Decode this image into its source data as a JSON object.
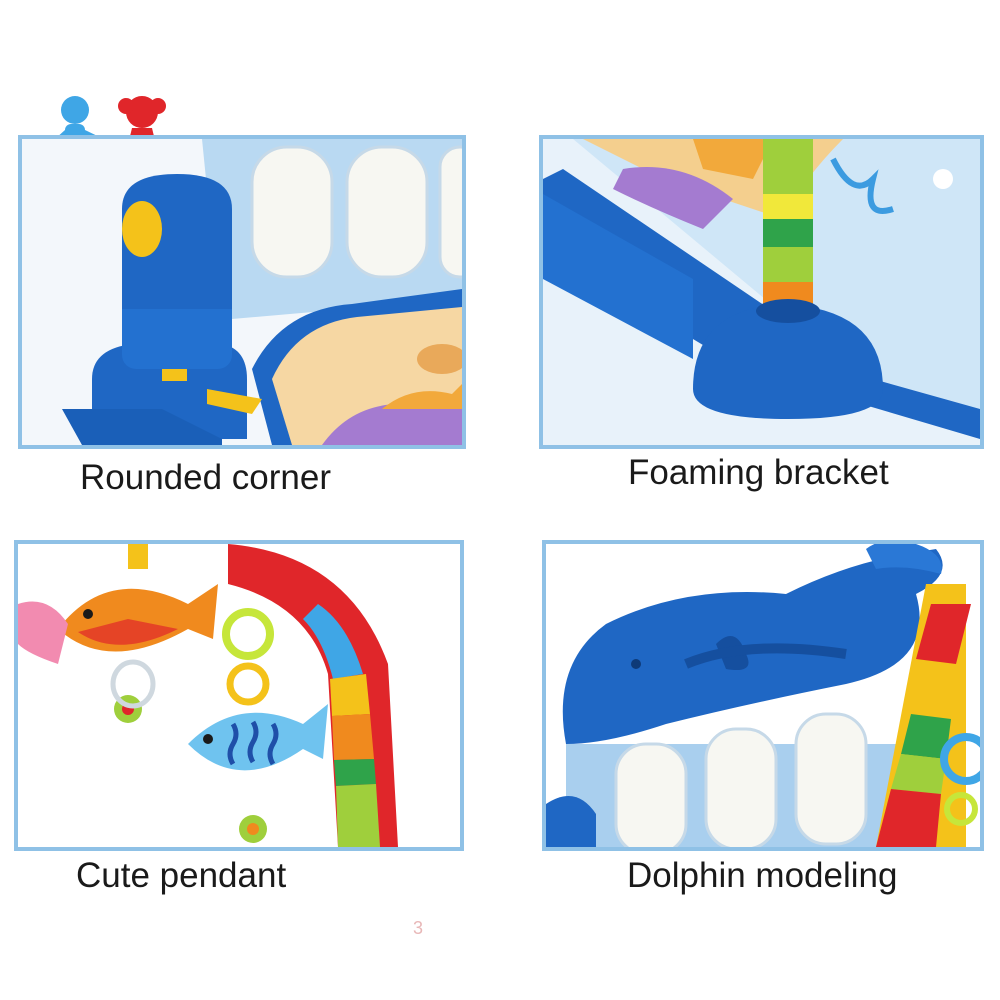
{
  "captions": {
    "rounded_corner": "Rounded corner",
    "foaming_bracket": "Foaming bracket",
    "cute_pendant": "Cute pendant",
    "dolphin_modeling": "Dolphin modeling"
  },
  "page_number": "3",
  "colors": {
    "frame": "#8fc1e6",
    "toy_blue": "#1f67c4",
    "light_blue": "#a9cfee",
    "mat_sand": "#f6d7a3",
    "purple": "#a47bd0"
  },
  "icons": [
    "boy-figure-icon",
    "girl-figure-icon"
  ]
}
